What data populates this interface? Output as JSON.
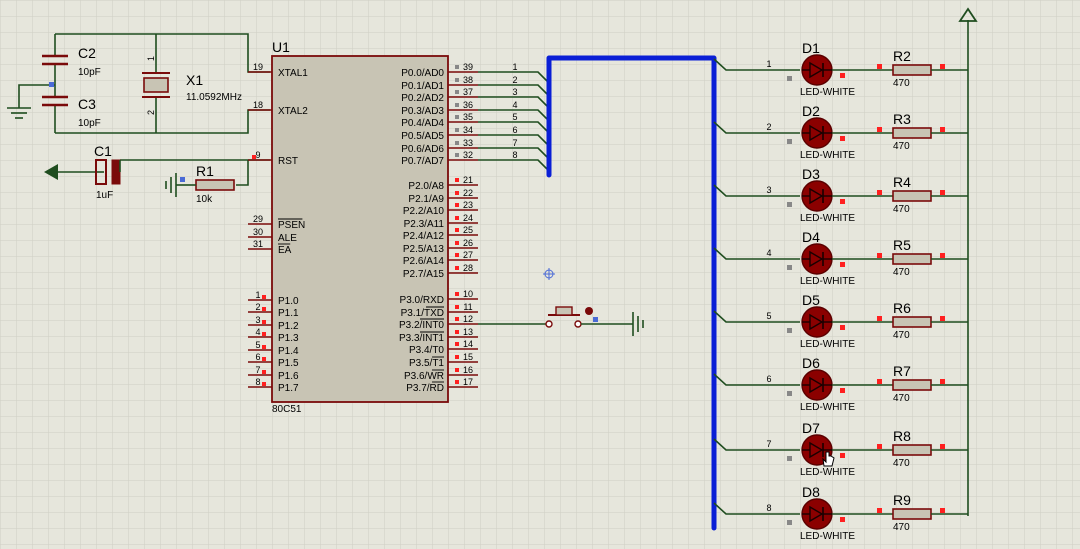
{
  "mcu": {
    "ref": "U1",
    "part": "80C51",
    "left_pins": [
      {
        "num": "19",
        "name": "XTAL1"
      },
      {
        "num": "18",
        "name": "XTAL2"
      },
      {
        "num": "9",
        "name": "RST"
      },
      {
        "num": "29",
        "name": "PSEN"
      },
      {
        "num": "30",
        "name": "ALE"
      },
      {
        "num": "31",
        "name": "EA"
      },
      {
        "num": "1",
        "name": "P1.0"
      },
      {
        "num": "2",
        "name": "P1.1"
      },
      {
        "num": "3",
        "name": "P1.2"
      },
      {
        "num": "4",
        "name": "P1.3"
      },
      {
        "num": "5",
        "name": "P1.4"
      },
      {
        "num": "6",
        "name": "P1.5"
      },
      {
        "num": "7",
        "name": "P1.6"
      },
      {
        "num": "8",
        "name": "P1.7"
      }
    ],
    "right_pins": [
      {
        "num": "39",
        "name": "P0.0/AD0"
      },
      {
        "num": "38",
        "name": "P0.1/AD1"
      },
      {
        "num": "37",
        "name": "P0.2/AD2"
      },
      {
        "num": "36",
        "name": "P0.3/AD3"
      },
      {
        "num": "35",
        "name": "P0.4/AD4"
      },
      {
        "num": "34",
        "name": "P0.5/AD5"
      },
      {
        "num": "33",
        "name": "P0.6/AD6"
      },
      {
        "num": "32",
        "name": "P0.7/AD7"
      },
      {
        "num": "21",
        "name": "P2.0/A8"
      },
      {
        "num": "22",
        "name": "P2.1/A9"
      },
      {
        "num": "23",
        "name": "P2.2/A10"
      },
      {
        "num": "24",
        "name": "P2.3/A11"
      },
      {
        "num": "25",
        "name": "P2.4/A12"
      },
      {
        "num": "26",
        "name": "P2.5/A13"
      },
      {
        "num": "27",
        "name": "P2.6/A14"
      },
      {
        "num": "28",
        "name": "P2.7/A15"
      },
      {
        "num": "10",
        "name": "P3.0/RXD"
      },
      {
        "num": "11",
        "name": "P3.1/TXD"
      },
      {
        "num": "12",
        "name": "P3.2/INT0"
      },
      {
        "num": "13",
        "name": "P3.3/INT1"
      },
      {
        "num": "14",
        "name": "P3.4/T0"
      },
      {
        "num": "15",
        "name": "P3.5/T1"
      },
      {
        "num": "16",
        "name": "P3.6/WR"
      },
      {
        "num": "17",
        "name": "P3.7/RD"
      }
    ]
  },
  "bus_labels": [
    "1",
    "2",
    "3",
    "4",
    "5",
    "6",
    "7",
    "8"
  ],
  "components": {
    "c2": {
      "ref": "C2",
      "value": "10pF"
    },
    "c3": {
      "ref": "C3",
      "value": "10pF"
    },
    "x1": {
      "ref": "X1",
      "value": "11.0592MHz",
      "pin1": "1",
      "pin2": "2"
    },
    "c1": {
      "ref": "C1",
      "value": "1uF"
    },
    "r1": {
      "ref": "R1",
      "value": "10k"
    }
  },
  "leds": [
    {
      "ref": "D1",
      "type": "LED-WHITE",
      "net": "1"
    },
    {
      "ref": "D2",
      "type": "LED-WHITE",
      "net": "2"
    },
    {
      "ref": "D3",
      "type": "LED-WHITE",
      "net": "3"
    },
    {
      "ref": "D4",
      "type": "LED-WHITE",
      "net": "4"
    },
    {
      "ref": "D5",
      "type": "LED-WHITE",
      "net": "5"
    },
    {
      "ref": "D6",
      "type": "LED-WHITE",
      "net": "6"
    },
    {
      "ref": "D7",
      "type": "LED-WHITE",
      "net": "7"
    },
    {
      "ref": "D8",
      "type": "LED-WHITE",
      "net": "8"
    }
  ],
  "resistors": [
    {
      "ref": "R2",
      "value": "470"
    },
    {
      "ref": "R3",
      "value": "470"
    },
    {
      "ref": "R4",
      "value": "470"
    },
    {
      "ref": "R5",
      "value": "470"
    },
    {
      "ref": "R6",
      "value": "470"
    },
    {
      "ref": "R7",
      "value": "470"
    },
    {
      "ref": "R8",
      "value": "470"
    },
    {
      "ref": "R9",
      "value": "470"
    }
  ],
  "colors": {
    "background": "#e6e6dc",
    "grid": "#cfcfc4",
    "wire": "#1f4d1f",
    "bus": "#0a1fd6",
    "chip_fill": "#c8c4b4",
    "chip_stroke": "#7a0a0a",
    "led_fill": "#8b0000",
    "pin_marker": "#ff2020"
  }
}
